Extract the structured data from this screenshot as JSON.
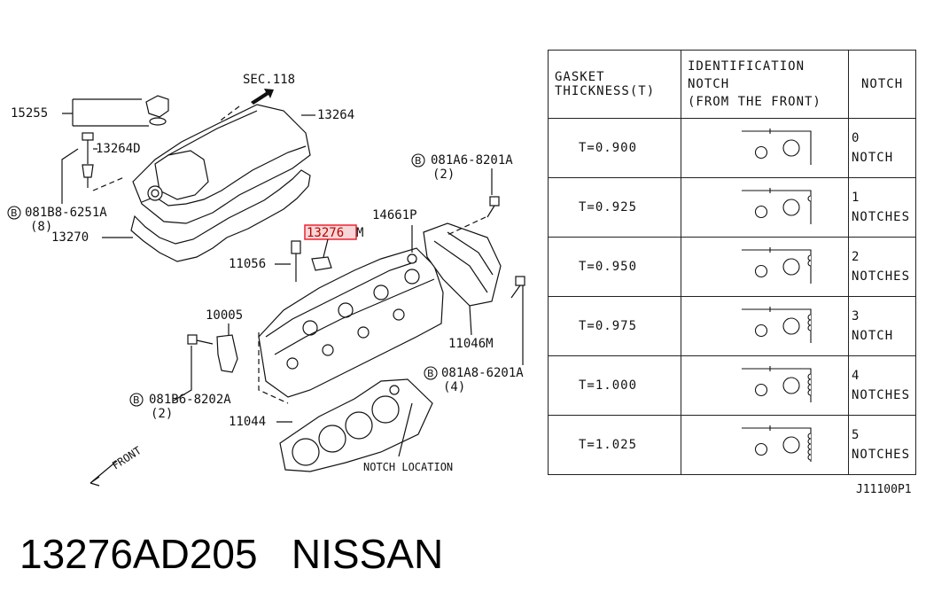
{
  "diagram": {
    "labels": {
      "sec": "SEC.118",
      "p15255": "15255",
      "p13264": "13264",
      "p13264d": "13264D",
      "p081b8": "081B8-6251A",
      "p081b8_qty": "(8)",
      "p13270": "13270",
      "p081a6": "081A6-8201A",
      "p081a6_qty": "(2)",
      "p14661p": "14661P",
      "p13276m_pre": "13276",
      "p13276m_suf": "M",
      "p11056": "11056",
      "p10005": "10005",
      "p11046m": "11046M",
      "p081a8": "081A8-6201A",
      "p081a8_qty": "(4)",
      "p081b6": "081B6-8202A",
      "p081b6_qty": "(2)",
      "p11044": "11044",
      "notch_location": "NOTCH LOCATION",
      "front": "FRONT",
      "bolt_symbol": "B"
    },
    "highlight_color": "#e22222"
  },
  "table": {
    "headers": {
      "thickness_l1": "GASKET",
      "thickness_l2": "THICKNESS(T)",
      "ident_l1": "IDENTIFICATION",
      "ident_l2": "NOTCH",
      "ident_l3": "(FROM THE FRONT)",
      "notch": "NOTCH"
    },
    "rows": [
      {
        "thickness": "T=0.900",
        "count": "0",
        "word": "NOTCH",
        "notches": 0
      },
      {
        "thickness": "T=0.925",
        "count": "1",
        "word": "NOTCHES",
        "notches": 1
      },
      {
        "thickness": "T=0.950",
        "count": "2",
        "word": "NOTCHES",
        "notches": 2
      },
      {
        "thickness": "T=0.975",
        "count": "3",
        "word": "NOTCH",
        "notches": 3
      },
      {
        "thickness": "T=1.000",
        "count": "4",
        "word": "NOTCHES",
        "notches": 4
      },
      {
        "thickness": "T=1.025",
        "count": "5",
        "word": "NOTCHES",
        "notches": 5
      }
    ]
  },
  "diagram_code": "J11100P1",
  "caption": {
    "part_number": "13276AD205",
    "brand": "NISSAN"
  }
}
